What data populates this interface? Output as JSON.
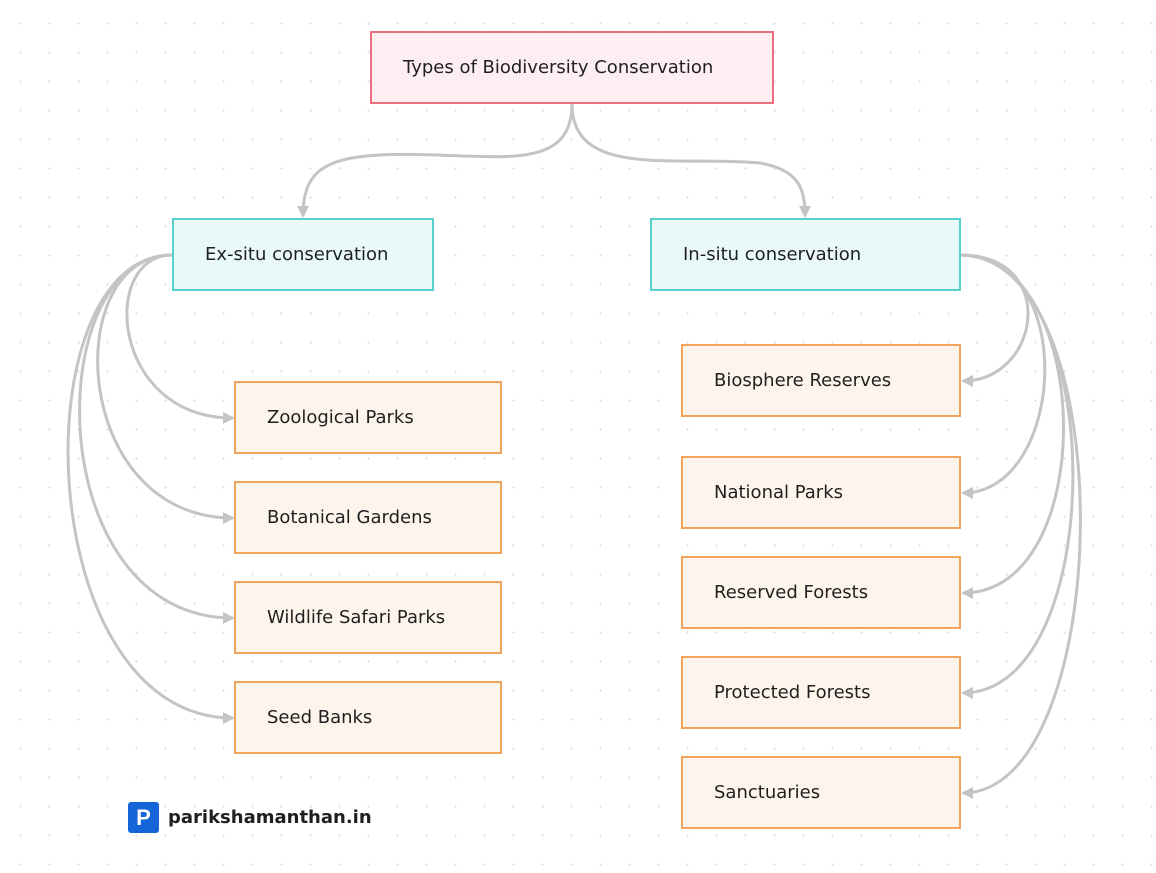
{
  "root": {
    "label": "Types of Biodiversity Conservation"
  },
  "categories": [
    {
      "label": "Ex-situ conservation",
      "items": [
        "Zoological Parks",
        "Botanical Gardens",
        "Wildlife Safari Parks",
        "Seed Banks"
      ]
    },
    {
      "label": "In-situ conservation",
      "items": [
        "Biosphere Reserves",
        "National Parks",
        "Reserved Forests",
        "Protected Forests",
        "Sanctuaries"
      ]
    }
  ],
  "brand": {
    "icon_letter": "P",
    "text": "parikshamanthan.in",
    "icon_color": "#1565d8"
  },
  "colors": {
    "root_border": "#e96f7e",
    "root_fill": "#fdeff1",
    "category_border": "#56d1cd",
    "category_fill": "#e9f9f8",
    "leaf_border": "#f1a55a",
    "leaf_fill": "#fdf5ec",
    "edge": "#c4c4c4"
  }
}
